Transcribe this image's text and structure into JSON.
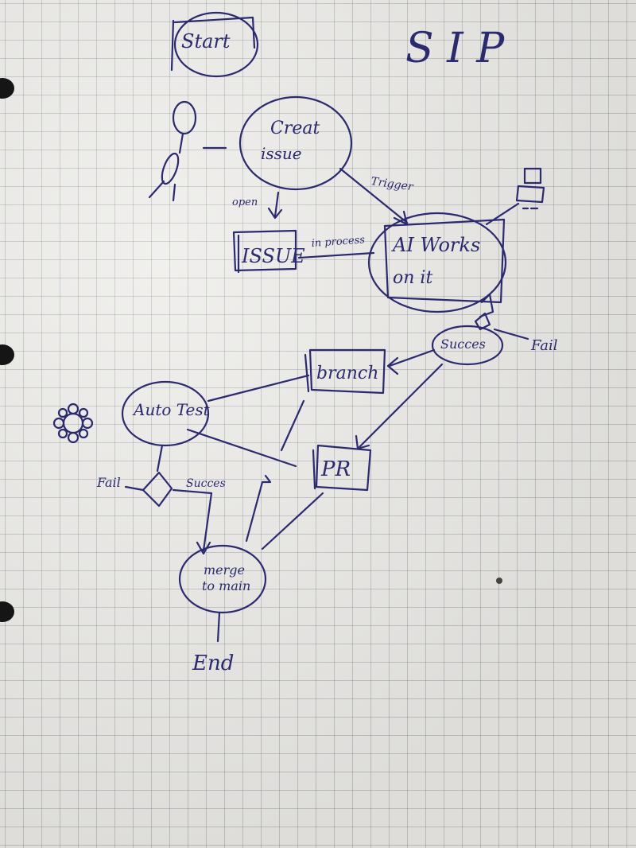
{
  "diagram": {
    "title": "S I P",
    "nodes": {
      "start": "Start",
      "create_issue_line1": "Creat",
      "create_issue_line2": "issue",
      "issue_box": "ISSUE",
      "ai_works_line1": "AI Works",
      "ai_works_line2": "on it",
      "success_decision": "Succes",
      "branch": "branch",
      "auto_test": "Auto Test",
      "pr": "PR",
      "merge_line1": "merge",
      "merge_line2": "to main",
      "end": "End"
    },
    "edge_labels": {
      "open": "open",
      "trigger": "Trigger",
      "in_process": "in process",
      "fail_right": "Fail",
      "fail_left": "Fail",
      "success_left": "Succes"
    },
    "icons": [
      "person-icon",
      "robot-icon",
      "gear-icon"
    ]
  },
  "colors": {
    "ink": "#2b2a6e",
    "paper": "#ecebe8",
    "grid": "#8a8a8f"
  }
}
